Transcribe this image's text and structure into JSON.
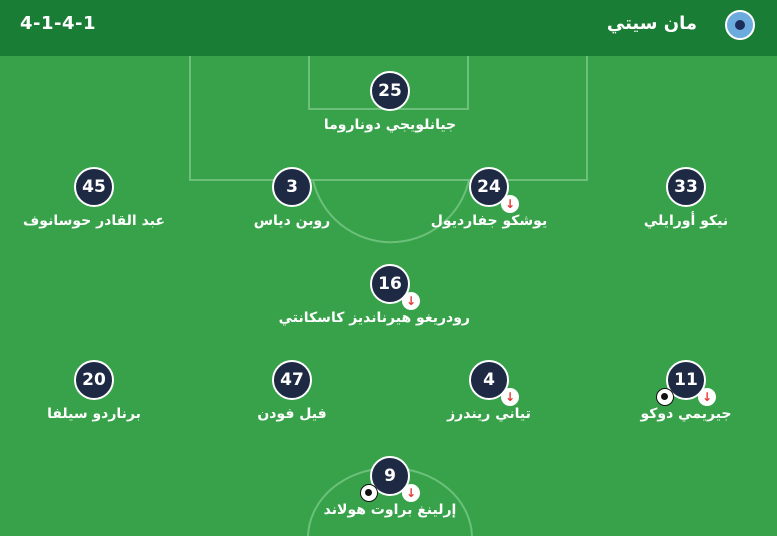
{
  "header": {
    "formation": "4-1-4-1",
    "team_name": "مان سيتي",
    "logo_icon": "club-crest-icon"
  },
  "colors": {
    "pitch": "#37a24a",
    "header": "#1a7d35",
    "player_circle": "#1e2a44",
    "sub_arrow": "#e53935"
  },
  "players": [
    {
      "number": "25",
      "name": "جيانلويجي دوناروما",
      "sub": false,
      "goal": false
    },
    {
      "number": "45",
      "name": "عبد القادر حوسانوف",
      "sub": false,
      "goal": false
    },
    {
      "number": "3",
      "name": "روبن دياس",
      "sub": false,
      "goal": false
    },
    {
      "number": "24",
      "name": "يوشكو جفارديول",
      "sub": true,
      "goal": false
    },
    {
      "number": "33",
      "name": "نيكو أورايلي",
      "sub": false,
      "goal": false
    },
    {
      "number": "16",
      "name": "رودريغو هيرنانديز كاسكانتي",
      "sub": true,
      "goal": false
    },
    {
      "number": "20",
      "name": "برناردو سيلفا",
      "sub": false,
      "goal": false
    },
    {
      "number": "47",
      "name": "فيل فودن",
      "sub": false,
      "goal": false
    },
    {
      "number": "4",
      "name": "تياني ريندرز",
      "sub": true,
      "goal": false
    },
    {
      "number": "11",
      "name": "جيريمي دوكو",
      "sub": true,
      "goal": true
    },
    {
      "number": "9",
      "name": "إرلينغ براوت هولاند",
      "sub": true,
      "goal": true
    }
  ]
}
